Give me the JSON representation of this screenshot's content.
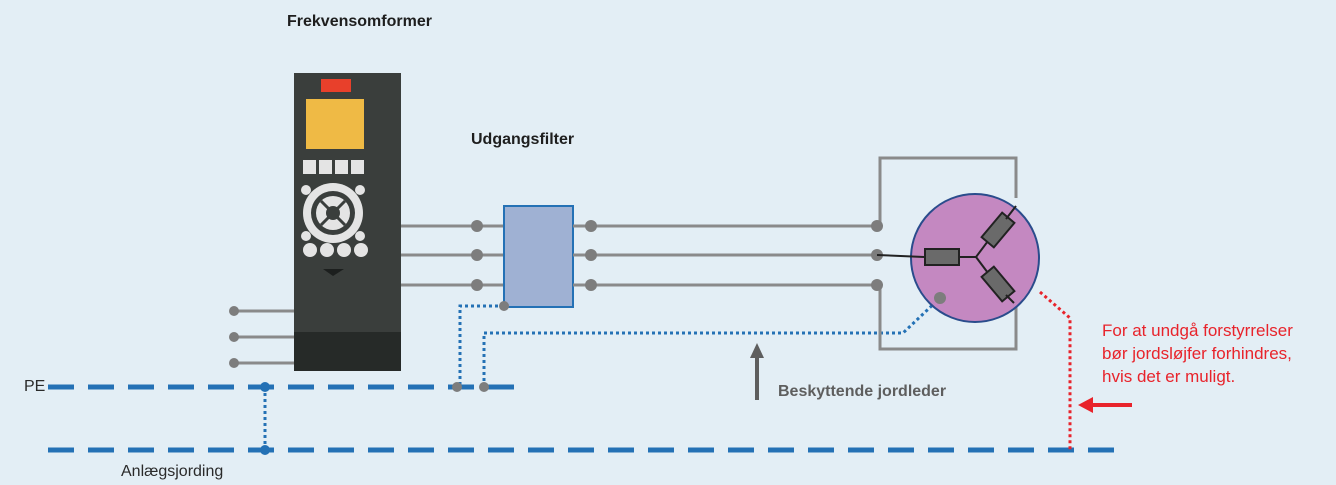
{
  "labels": {
    "vfd": "Frekvensomformer",
    "filter": "Udgangsfilter",
    "pe": "PE",
    "plant_earth": "Anlægsjording",
    "protective_earth": "Beskyttende jordleder"
  },
  "note": {
    "line1": "For at undgå forstyrrelser",
    "line2": "bør jordsløjfer forhindres,",
    "line3": "hvis det er muligt."
  },
  "colors": {
    "background": "#e3eef5",
    "vfd_body": "#3a3e3c",
    "vfd_display": "#efba45",
    "vfd_indicator": "#e8402b",
    "filter": "#9fb1d3",
    "motor": "#c488c1",
    "earth_line": "#2471b5",
    "note": "#e8232b",
    "wire": "#8a8a8a"
  }
}
